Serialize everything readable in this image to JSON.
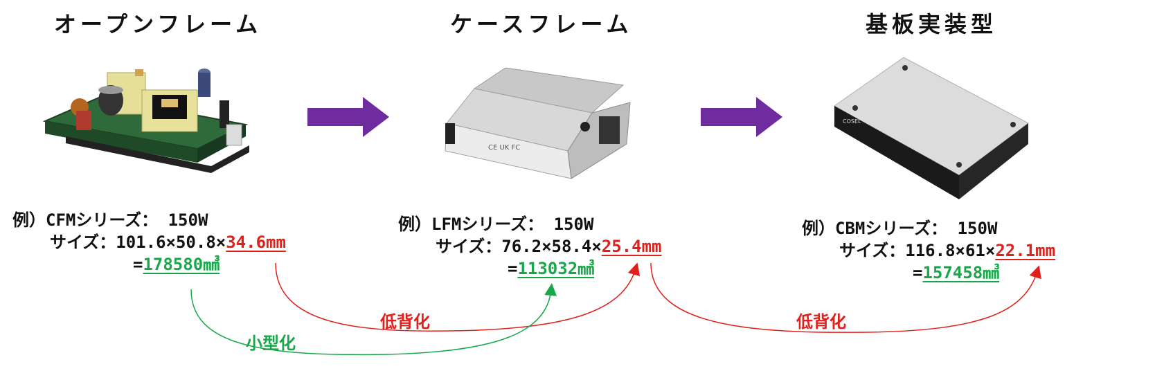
{
  "colors": {
    "arrow": "#6f2c9f",
    "reduction": "#e0201a",
    "volume": "#18a84a"
  },
  "stages": [
    {
      "heading": "オープンフレーム",
      "image": "open-frame-power-supply-board",
      "example": "例）CFMシリーズ： 150W",
      "size_label": "サイズ：",
      "size_dims": "101.6×50.8×",
      "height": "34.6mm",
      "volume_prefix": "=",
      "volume": "178580㎣"
    },
    {
      "heading": "ケースフレーム",
      "image": "case-frame-power-supply",
      "example": "例）LFMシリーズ： 150W",
      "size_label": "サイズ：",
      "size_dims": "76.2×58.4×",
      "height": "25.4mm",
      "volume_prefix": "=",
      "volume": "113032㎣"
    },
    {
      "heading": "基板実装型",
      "image": "board-mount-power-module",
      "example": "例）CBMシリーズ： 150W",
      "size_label": "サイズ：",
      "size_dims": "116.8×61×",
      "height": "22.1mm",
      "volume_prefix": "=",
      "volume": "157458㎣"
    }
  ],
  "connectors": [
    {
      "label": "低背化",
      "from": "height-1",
      "to": "height-2",
      "color": "reduction"
    },
    {
      "label": "小型化",
      "from": "volume-1",
      "to": "volume-2",
      "color": "volume"
    },
    {
      "label": "低背化",
      "from": "height-2",
      "to": "height-3",
      "color": "reduction"
    }
  ],
  "arrow_icons": [
    "right-arrow-icon",
    "right-arrow-icon"
  ]
}
